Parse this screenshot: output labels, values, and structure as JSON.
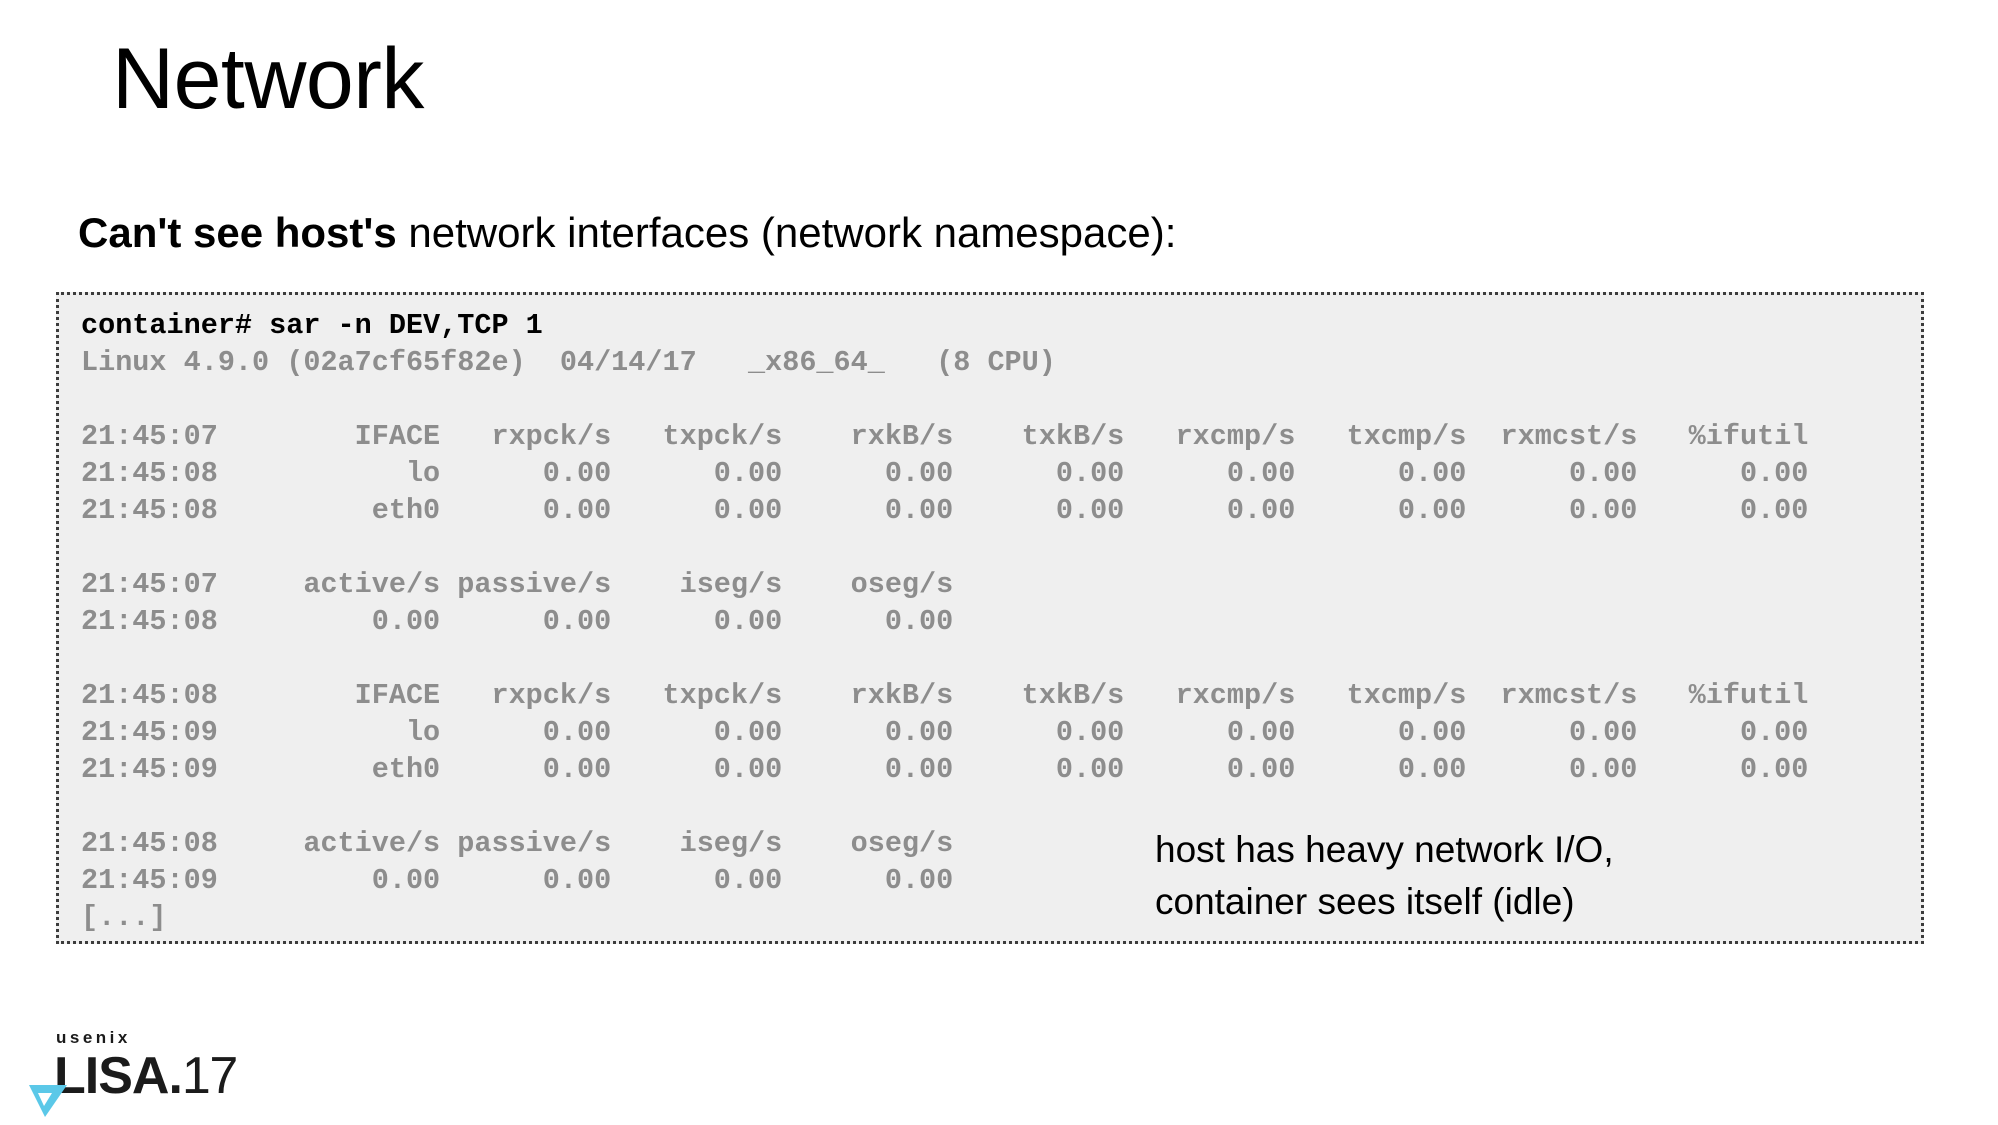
{
  "slide": {
    "title": "Network",
    "subtitle_bold": "Can't see host's",
    "subtitle_rest": " network interfaces (network namespace):"
  },
  "terminal": {
    "command": "container# sar -n DEV,TCP 1",
    "version_line": "Linux 4.9.0 (02a7cf65f82e)  04/14/17   _x86_64_   (8 CPU)",
    "blank": "",
    "dev_header_1": "21:45:07        IFACE   rxpck/s   txpck/s    rxkB/s    txkB/s   rxcmp/s   txcmp/s  rxmcst/s   %ifutil",
    "dev_row_lo_1": "21:45:08           lo      0.00      0.00      0.00      0.00      0.00      0.00      0.00      0.00",
    "dev_row_eth0_1": "21:45:08         eth0      0.00      0.00      0.00      0.00      0.00      0.00      0.00      0.00",
    "tcp_header_1": "21:45:07     active/s passive/s    iseg/s    oseg/s",
    "tcp_row_1": "21:45:08         0.00      0.00      0.00      0.00",
    "dev_header_2": "21:45:08        IFACE   rxpck/s   txpck/s    rxkB/s    txkB/s   rxcmp/s   txcmp/s  rxmcst/s   %ifutil",
    "dev_row_lo_2": "21:45:09           lo      0.00      0.00      0.00      0.00      0.00      0.00      0.00      0.00",
    "dev_row_eth0_2": "21:45:09         eth0      0.00      0.00      0.00      0.00      0.00      0.00      0.00      0.00",
    "tcp_header_2": "21:45:08     active/s passive/s    iseg/s    oseg/s",
    "tcp_row_2": "21:45:09         0.00      0.00      0.00      0.00",
    "truncated": "[...]",
    "columns_dev": [
      "IFACE",
      "rxpck/s",
      "txpck/s",
      "rxkB/s",
      "txkB/s",
      "rxcmp/s",
      "txcmp/s",
      "rxmcst/s",
      "%ifutil"
    ],
    "columns_tcp": [
      "active/s",
      "passive/s",
      "iseg/s",
      "oseg/s"
    ],
    "colors": {
      "background": "#efefef",
      "border": "#3c3c3c",
      "command_text": "#000000",
      "output_text": "#8d8d8d"
    }
  },
  "annotation": {
    "line1": "host has heavy network I/O,",
    "line2": "container sees itself (idle)"
  },
  "logo": {
    "usenix": "usenix",
    "lisa": "LISA",
    "dot": ".",
    "year": "17",
    "mark_color": "#5bc8e8"
  }
}
